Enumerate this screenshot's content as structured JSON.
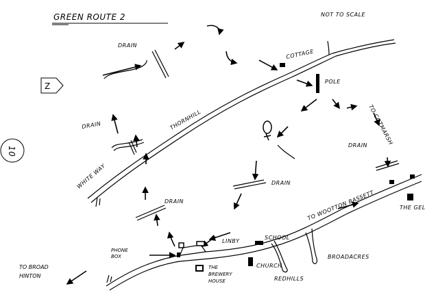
{
  "title": "GREEN ROUTE 2",
  "scale_note": "NOT TO SCALE",
  "compass_letter": "Z",
  "page_number": "10",
  "roads": {
    "thornhill": "THORNHILL",
    "white_way": "WHITE WAY",
    "to_wootton_bassett": "TO WOOTTON BASSETT",
    "to_broad_hinton": "TO BROAD HINTON",
    "to_cotmarsh": "TO COTMARSH"
  },
  "drains": [
    "DRAIN",
    "DRAIN",
    "DRAIN",
    "DRAIN",
    "DRAIN"
  ],
  "places": {
    "cottage": "COTTAGE",
    "pole": "POLE",
    "phone_box": "PHONE BOX",
    "linby": "LINBY",
    "school": "SCHOOL",
    "church": "CHURCH",
    "brewery_house": "THE BREWERY HOUSE",
    "redhills": "REDHILLS",
    "broadacres": "BROADACRES",
    "the_gelt": "THE GELT"
  }
}
